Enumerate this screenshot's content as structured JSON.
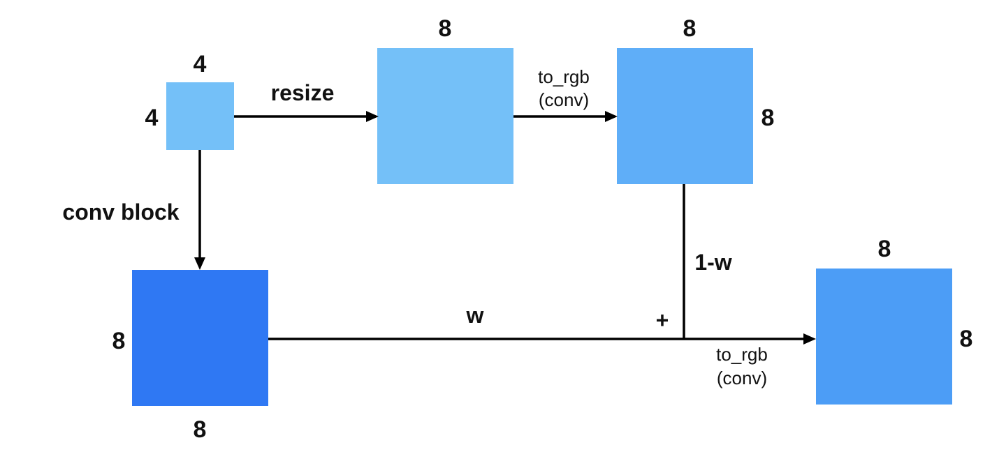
{
  "colors": {
    "input_block": "#74c0f8",
    "resized_block": "#74c0f8",
    "rgb_block": "#5faef8",
    "conv_block": "#2f78f3",
    "output_block": "#4c9df6",
    "arrow": "#000000"
  },
  "blocks": {
    "input": {
      "top_label": "4",
      "side_label": "4"
    },
    "resized": {
      "top_label": "8"
    },
    "rgb": {
      "top_label": "8",
      "side_label": "8"
    },
    "conv": {
      "side_label": "8",
      "bottom_label": "8"
    },
    "output": {
      "top_label": "8",
      "side_label": "8"
    }
  },
  "edges": {
    "resize": {
      "label": "resize"
    },
    "to_rgb_top": {
      "line1": "to_rgb",
      "line2": "(conv)"
    },
    "conv_block": {
      "label": "conv block"
    },
    "one_minus_w": {
      "label": "1-w"
    },
    "w": {
      "label": "w"
    },
    "plus": {
      "label": "+"
    },
    "to_rgb_bottom": {
      "line1": "to_rgb",
      "line2": "(conv)"
    }
  }
}
